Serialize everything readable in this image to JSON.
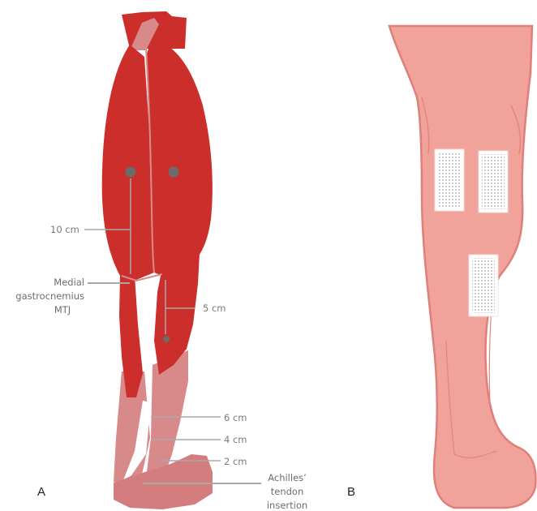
{
  "panels": {
    "a": {
      "letter": "A",
      "labels": {
        "dist_10": "10 cm",
        "mtj_line1": "Medial",
        "mtj_line2": "gastrocnemius",
        "mtj_line3": "MTJ",
        "dist_5": "5 cm",
        "dist_6": "6 cm",
        "dist_4": "4 cm",
        "dist_2": "2 cm",
        "achilles_line1": "Achilles’",
        "achilles_line2": "tendon",
        "achilles_line3": "insertion"
      }
    },
    "b": {
      "letter": "B",
      "electrode_count": 3
    }
  },
  "colors": {
    "muscle": "#cc2f2b",
    "muscle_dark": "#b42622",
    "tendon": "#d88a8b",
    "heel": "#d47d7f",
    "marker_dot": "#6b6b6b",
    "leg_skin": "#f0a29b",
    "leg_outline": "#e07f79",
    "electrode": "#ffffff"
  }
}
